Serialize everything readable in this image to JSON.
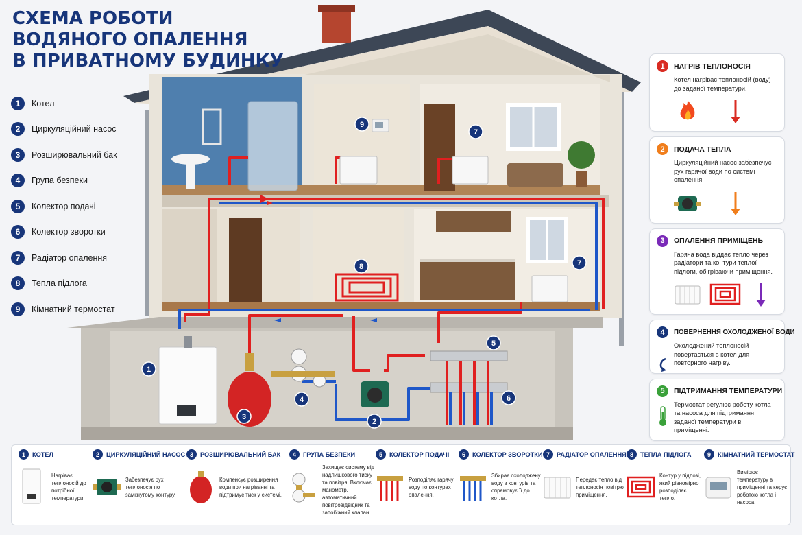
{
  "title": [
    "СХЕМА РОБОТИ",
    "ВОДЯНОГО ОПАЛЕННЯ",
    "В ПРИВАТНОМУ БУДИНКУ"
  ],
  "legend": [
    {
      "num": "1",
      "label": "Котел"
    },
    {
      "num": "2",
      "label": "Циркуляційний насос"
    },
    {
      "num": "3",
      "label": "Розширювальний бак"
    },
    {
      "num": "4",
      "label": "Група безпеки"
    },
    {
      "num": "5",
      "label": "Колектор подачі"
    },
    {
      "num": "6",
      "label": "Колектор зворотки"
    },
    {
      "num": "7",
      "label": "Радіатор опалення"
    },
    {
      "num": "8",
      "label": "Тепла підлога"
    },
    {
      "num": "9",
      "label": "Кімнатний термостат"
    }
  ],
  "steps": [
    {
      "num": "1",
      "color": "#d92b22",
      "title": "НАГРІВ ТЕПЛОНОСІЯ",
      "text": "Котел нагріває теплоносій (воду) до заданої температури."
    },
    {
      "num": "2",
      "color": "#f07e1c",
      "title": "ПОДАЧА ТЕПЛА",
      "text": "Циркуляційний насос забезпечує рух гарячої води по системі опалення."
    },
    {
      "num": "3",
      "color": "#7a2ab8",
      "title": "ОПАЛЕННЯ ПРИМІЩЕНЬ",
      "text": "Гаряча вода віддає тепло через радіатори та контури теплої підлоги, обігріваючи приміщення."
    },
    {
      "num": "4",
      "color": "#17357a",
      "title": "ПОВЕРНЕННЯ ОХОЛОДЖЕНОЇ ВОДИ",
      "text": "Охолоджений теплоносій повертається в котел для повторного нагріву."
    },
    {
      "num": "5",
      "color": "#3aa13a",
      "title": "ПІДТРИМАННЯ ТЕМПЕРАТУРИ",
      "text": "Термостат регулює роботу котла та насоса для підтримання заданої температури в приміщенні."
    }
  ],
  "components": [
    {
      "num": "1",
      "title": "КОТЕЛ",
      "text": "Нагріває теплоносій до потрібної температури."
    },
    {
      "num": "2",
      "title": "ЦИРКУЛЯЦІЙНИЙ НАСОС",
      "text": "Забезпечує рух теплоносія по замкнутому контуру."
    },
    {
      "num": "3",
      "title": "РОЗШИРЮВАЛЬНИЙ БАК",
      "text": "Компенсує розширення води при нагріванні та підтримує тиск у системі."
    },
    {
      "num": "4",
      "title": "ГРУПА БЕЗПЕКИ",
      "text": "Захищає систему від надлишкового тиску та повітря. Включає манометр, автоматичний повітровідвідник та запобіжний клапан."
    },
    {
      "num": "5",
      "title": "КОЛЕКТОР ПОДАЧІ",
      "text": "Розподіляє гарячу воду по контурах опалення."
    },
    {
      "num": "6",
      "title": "КОЛЕКТОР ЗВОРОТКИ",
      "text": "Збирає охолоджену воду з контурів та спрямовує її до котла."
    },
    {
      "num": "7",
      "title": "РАДІАТОР ОПАЛЕННЯ",
      "text": "Передає тепло від теплоносія повітрю приміщення."
    },
    {
      "num": "8",
      "title": "ТЕПЛА ПІДЛОГА",
      "text": "Контур у підлозі, який рівномірно розподіляє тепло."
    },
    {
      "num": "9",
      "title": "КІМНАТНИЙ ТЕРМОСТАТ",
      "text": "Вимірює температуру в приміщенні та керує роботою котла і насоса."
    }
  ],
  "house_markers": [
    "1",
    "2",
    "3",
    "4",
    "5",
    "6",
    "7",
    "7",
    "8",
    "9"
  ],
  "colors": {
    "accent": "#17357a",
    "hot": "#e02020",
    "cold": "#1f57c8"
  }
}
